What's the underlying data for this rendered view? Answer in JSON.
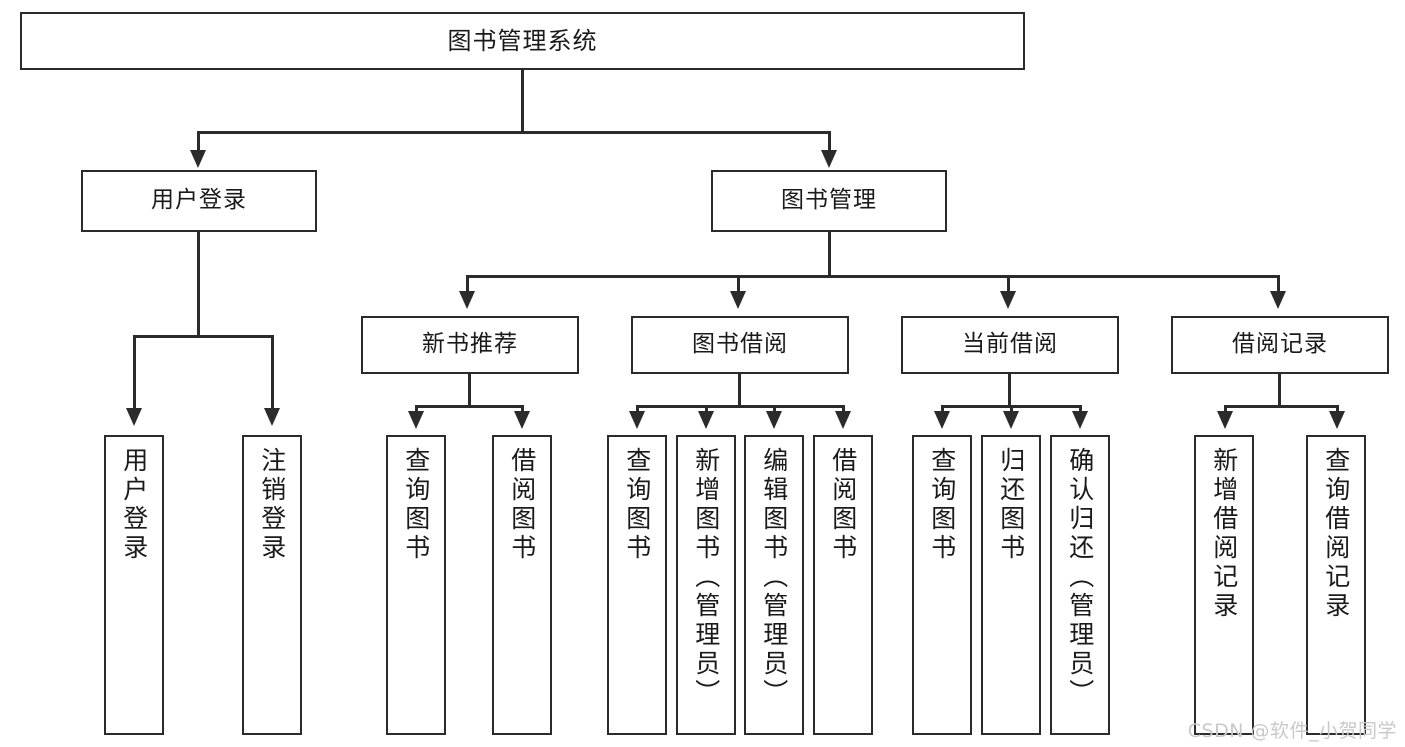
{
  "diagram": {
    "type": "tree-hierarchy",
    "title": "图书管理系统",
    "watermark": "CSDN @软件_小贺同学",
    "colors": {
      "stroke": "#2b2b2b",
      "fill": "#ffffff",
      "text": "#1a1a1a",
      "watermark": "#c9c9c9"
    },
    "root": {
      "label": "图书管理系统"
    },
    "level2": [
      {
        "label": "用户登录"
      },
      {
        "label": "图书管理"
      }
    ],
    "level3": [
      {
        "label": "新书推荐"
      },
      {
        "label": "图书借阅"
      },
      {
        "label": "当前借阅"
      },
      {
        "label": "借阅记录"
      }
    ],
    "leaves": {
      "user_login": [
        {
          "label": "用户登录"
        },
        {
          "label": "注销登录"
        }
      ],
      "new_book": [
        {
          "label": "查询图书"
        },
        {
          "label": "借阅图书"
        }
      ],
      "book_borrow": [
        {
          "label": "查询图书"
        },
        {
          "label": "新增图书（管理员）"
        },
        {
          "label": "编辑图书（管理员）"
        },
        {
          "label": "借阅图书"
        }
      ],
      "current_borrow": [
        {
          "label": "查询图书"
        },
        {
          "label": "归还图书"
        },
        {
          "label": "确认归还（管理员）"
        }
      ],
      "borrow_record": [
        {
          "label": "新增借阅记录"
        },
        {
          "label": "查询借阅记录"
        }
      ]
    }
  }
}
